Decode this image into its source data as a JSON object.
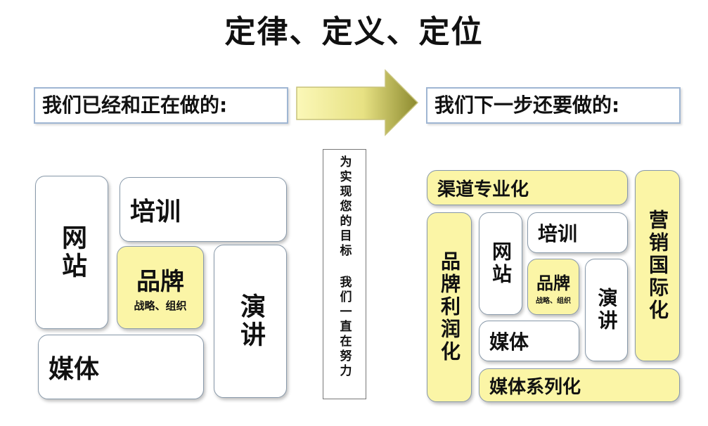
{
  "title": "定律、定义、定位",
  "left_header": "我们已经和正在做的:",
  "right_header": "我们下一步还要做的:",
  "middle_text": "为实现您的目标 我们一直在努力",
  "left": {
    "website": "网站",
    "training": "培训",
    "brand": "品牌",
    "brand_sub": "战略、组织",
    "speech": "演讲",
    "media": "媒体"
  },
  "right": {
    "channel": "渠道专业化",
    "brand_profit": "品牌利润化",
    "website": "网站",
    "training": "培训",
    "brand": "品牌",
    "brand_sub": "战略、组织",
    "speech": "演讲",
    "media": "媒体",
    "media_series": "媒体系列化",
    "marketing_intl": "营销国际化"
  },
  "colors": {
    "yellow": "#fbf5a6",
    "border": "#8899aa",
    "header_border": "#9fb6d3",
    "arrow_light": "#fbf5a6",
    "arrow_dark": "#8c8a2f"
  },
  "icons": {
    "arrow": "right-arrow-icon"
  }
}
